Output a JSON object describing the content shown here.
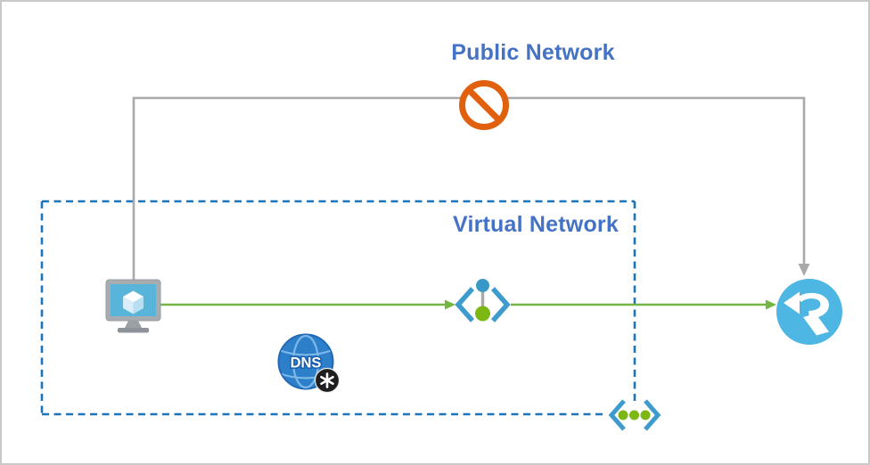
{
  "diagram": {
    "type": "azure-architecture-diagram",
    "labels": {
      "public_network": "Public Network",
      "virtual_network": "Virtual Network"
    },
    "dns": {
      "text": "DNS",
      "badge": "asterisk"
    },
    "nodes": [
      {
        "id": "virtual-machine",
        "icon": "vm-icon",
        "description": "Virtual machine inside the virtual network"
      },
      {
        "id": "private-dns",
        "icon": "dns-icon",
        "label": "DNS",
        "description": "Private DNS zone"
      },
      {
        "id": "private-endpoint",
        "icon": "private-endpoint-icon",
        "description": "Private endpoint inside the virtual network"
      },
      {
        "id": "private-link",
        "icon": "private-link-icon",
        "description": "Private Link on virtual network boundary"
      },
      {
        "id": "site-recovery",
        "icon": "site-recovery-icon",
        "description": "Azure Site Recovery service"
      },
      {
        "id": "blocked",
        "icon": "blocked-icon",
        "description": "Public network path blocked"
      }
    ],
    "edges": [
      {
        "from": "virtual-machine",
        "to": "site-recovery",
        "via": "public-network",
        "style": "gray-blocked"
      },
      {
        "from": "virtual-machine",
        "to": "private-endpoint",
        "style": "green-arrow"
      },
      {
        "from": "private-endpoint",
        "to": "site-recovery",
        "style": "green-arrow"
      }
    ]
  },
  "colors": {
    "label_blue": "#4472c4",
    "vnet_border_blue": "#1b75bc",
    "blocked_orange": "#e0600e",
    "flow_green": "#74b544",
    "line_gray": "#a9a9a9",
    "bracket_blue": "#3e9bcd",
    "dot_green": "#7db713",
    "dot_blue": "#3999c6",
    "recovery_blue": "#4db6e2",
    "dns_globe_blue": "#2d7fc9",
    "vm_screen_blue": "#59b4d9"
  }
}
